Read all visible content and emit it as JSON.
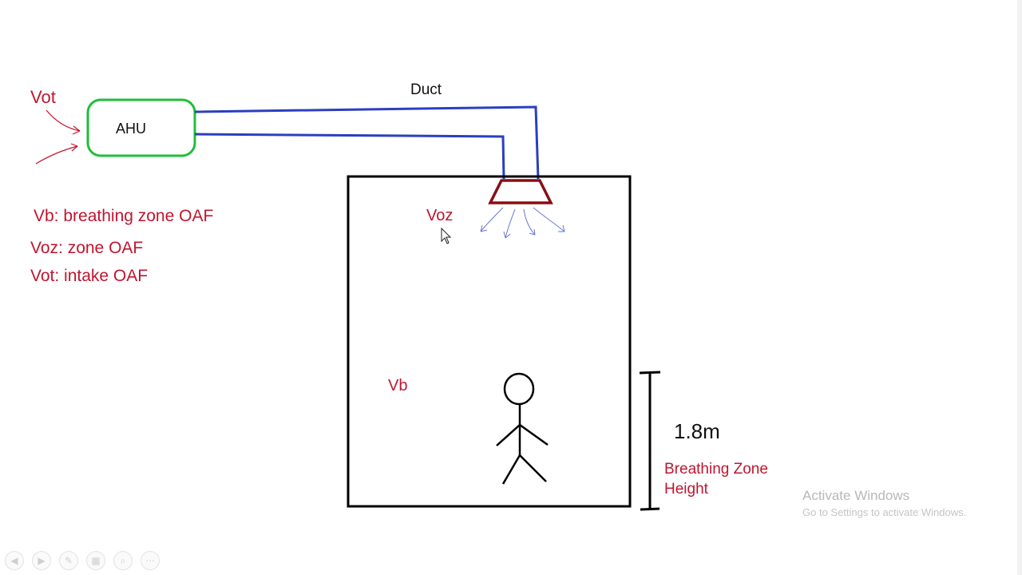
{
  "diagram": {
    "vot_label": "Vot",
    "ahu_label": "AHU",
    "duct_label": "Duct",
    "voz_label": "Voz",
    "vb_label": "Vb",
    "height_value": "1.8m",
    "height_caption_line1": "Breathing Zone",
    "height_caption_line2": "Height"
  },
  "legend": {
    "items": [
      "Vb: breathing zone OAF",
      "Voz: zone OAF",
      "Vot: intake OAF"
    ]
  },
  "watermark": {
    "title": "Activate Windows",
    "subtitle": "Go to Settings to activate Windows."
  },
  "toolbar": {
    "buttons": [
      {
        "name": "prev-slide",
        "icon": "arrow-left-icon",
        "glyph": "◀"
      },
      {
        "name": "next-slide",
        "icon": "arrow-right-icon",
        "glyph": "▶"
      },
      {
        "name": "pen",
        "icon": "pen-icon",
        "glyph": "✎"
      },
      {
        "name": "slides-grid",
        "icon": "grid-icon",
        "glyph": "▦"
      },
      {
        "name": "zoom",
        "icon": "zoom-icon",
        "glyph": "⌕"
      },
      {
        "name": "more",
        "icon": "more-icon",
        "glyph": "⋯"
      }
    ]
  },
  "colors": {
    "red_text": "#c0152f",
    "duct_blue": "#2b3fbf",
    "ahu_green": "#1fbf3a",
    "diffuser_red": "#8b0d15",
    "airflow_blue": "#6a78d6"
  }
}
